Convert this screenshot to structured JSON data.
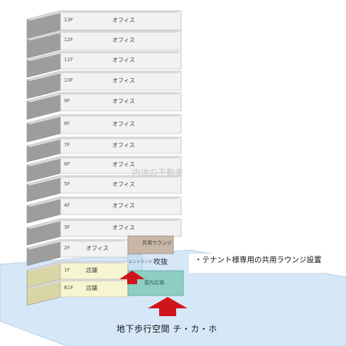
{
  "floors": [
    {
      "id": "13f",
      "floor": "13F",
      "use": "オフィス"
    },
    {
      "id": "12f",
      "floor": "12F",
      "use": "オフィス"
    },
    {
      "id": "11f",
      "floor": "11F",
      "use": "オフィス"
    },
    {
      "id": "10f",
      "floor": "10F",
      "use": "オフィス"
    },
    {
      "id": "9f",
      "floor": "9F",
      "use": "オフィス"
    },
    {
      "id": "8f",
      "floor": "8F",
      "use": "オフィス"
    },
    {
      "id": "7f",
      "floor": "7F",
      "use": "オフィス"
    },
    {
      "id": "6f",
      "floor": "6F",
      "use": "オフィス"
    },
    {
      "id": "5f",
      "floor": "5F",
      "use": "オフィス"
    },
    {
      "id": "4f",
      "floor": "4F",
      "use": "オフィス"
    },
    {
      "id": "3f",
      "floor": "3F",
      "use": "オフィス"
    },
    {
      "id": "2f",
      "floor": "2F",
      "use": "オフィス"
    },
    {
      "id": "1f",
      "floor": "1F",
      "use": "店舗"
    },
    {
      "id": "b1f",
      "floor": "B1F",
      "use": "店舗"
    }
  ],
  "lounge": "共用ラウンジ",
  "entrance": "エントランス",
  "void": "吹抜",
  "plaza": "屋内広場",
  "note": "・テナント様専用の共用ラウンジ設置",
  "underground": "地下歩行空間 チ・カ・ホ",
  "watermark": "内池の不動産",
  "colors": {
    "office_front": "#f2f2f2",
    "office_side": "#9d9d9d",
    "office_top": "#d8d8d8",
    "shop": "#f7f5cf",
    "lounge": "#c8b6a6",
    "plaza": "#8ecdc1",
    "ground": "#d6e8f8",
    "arrow": "#d0141b"
  }
}
